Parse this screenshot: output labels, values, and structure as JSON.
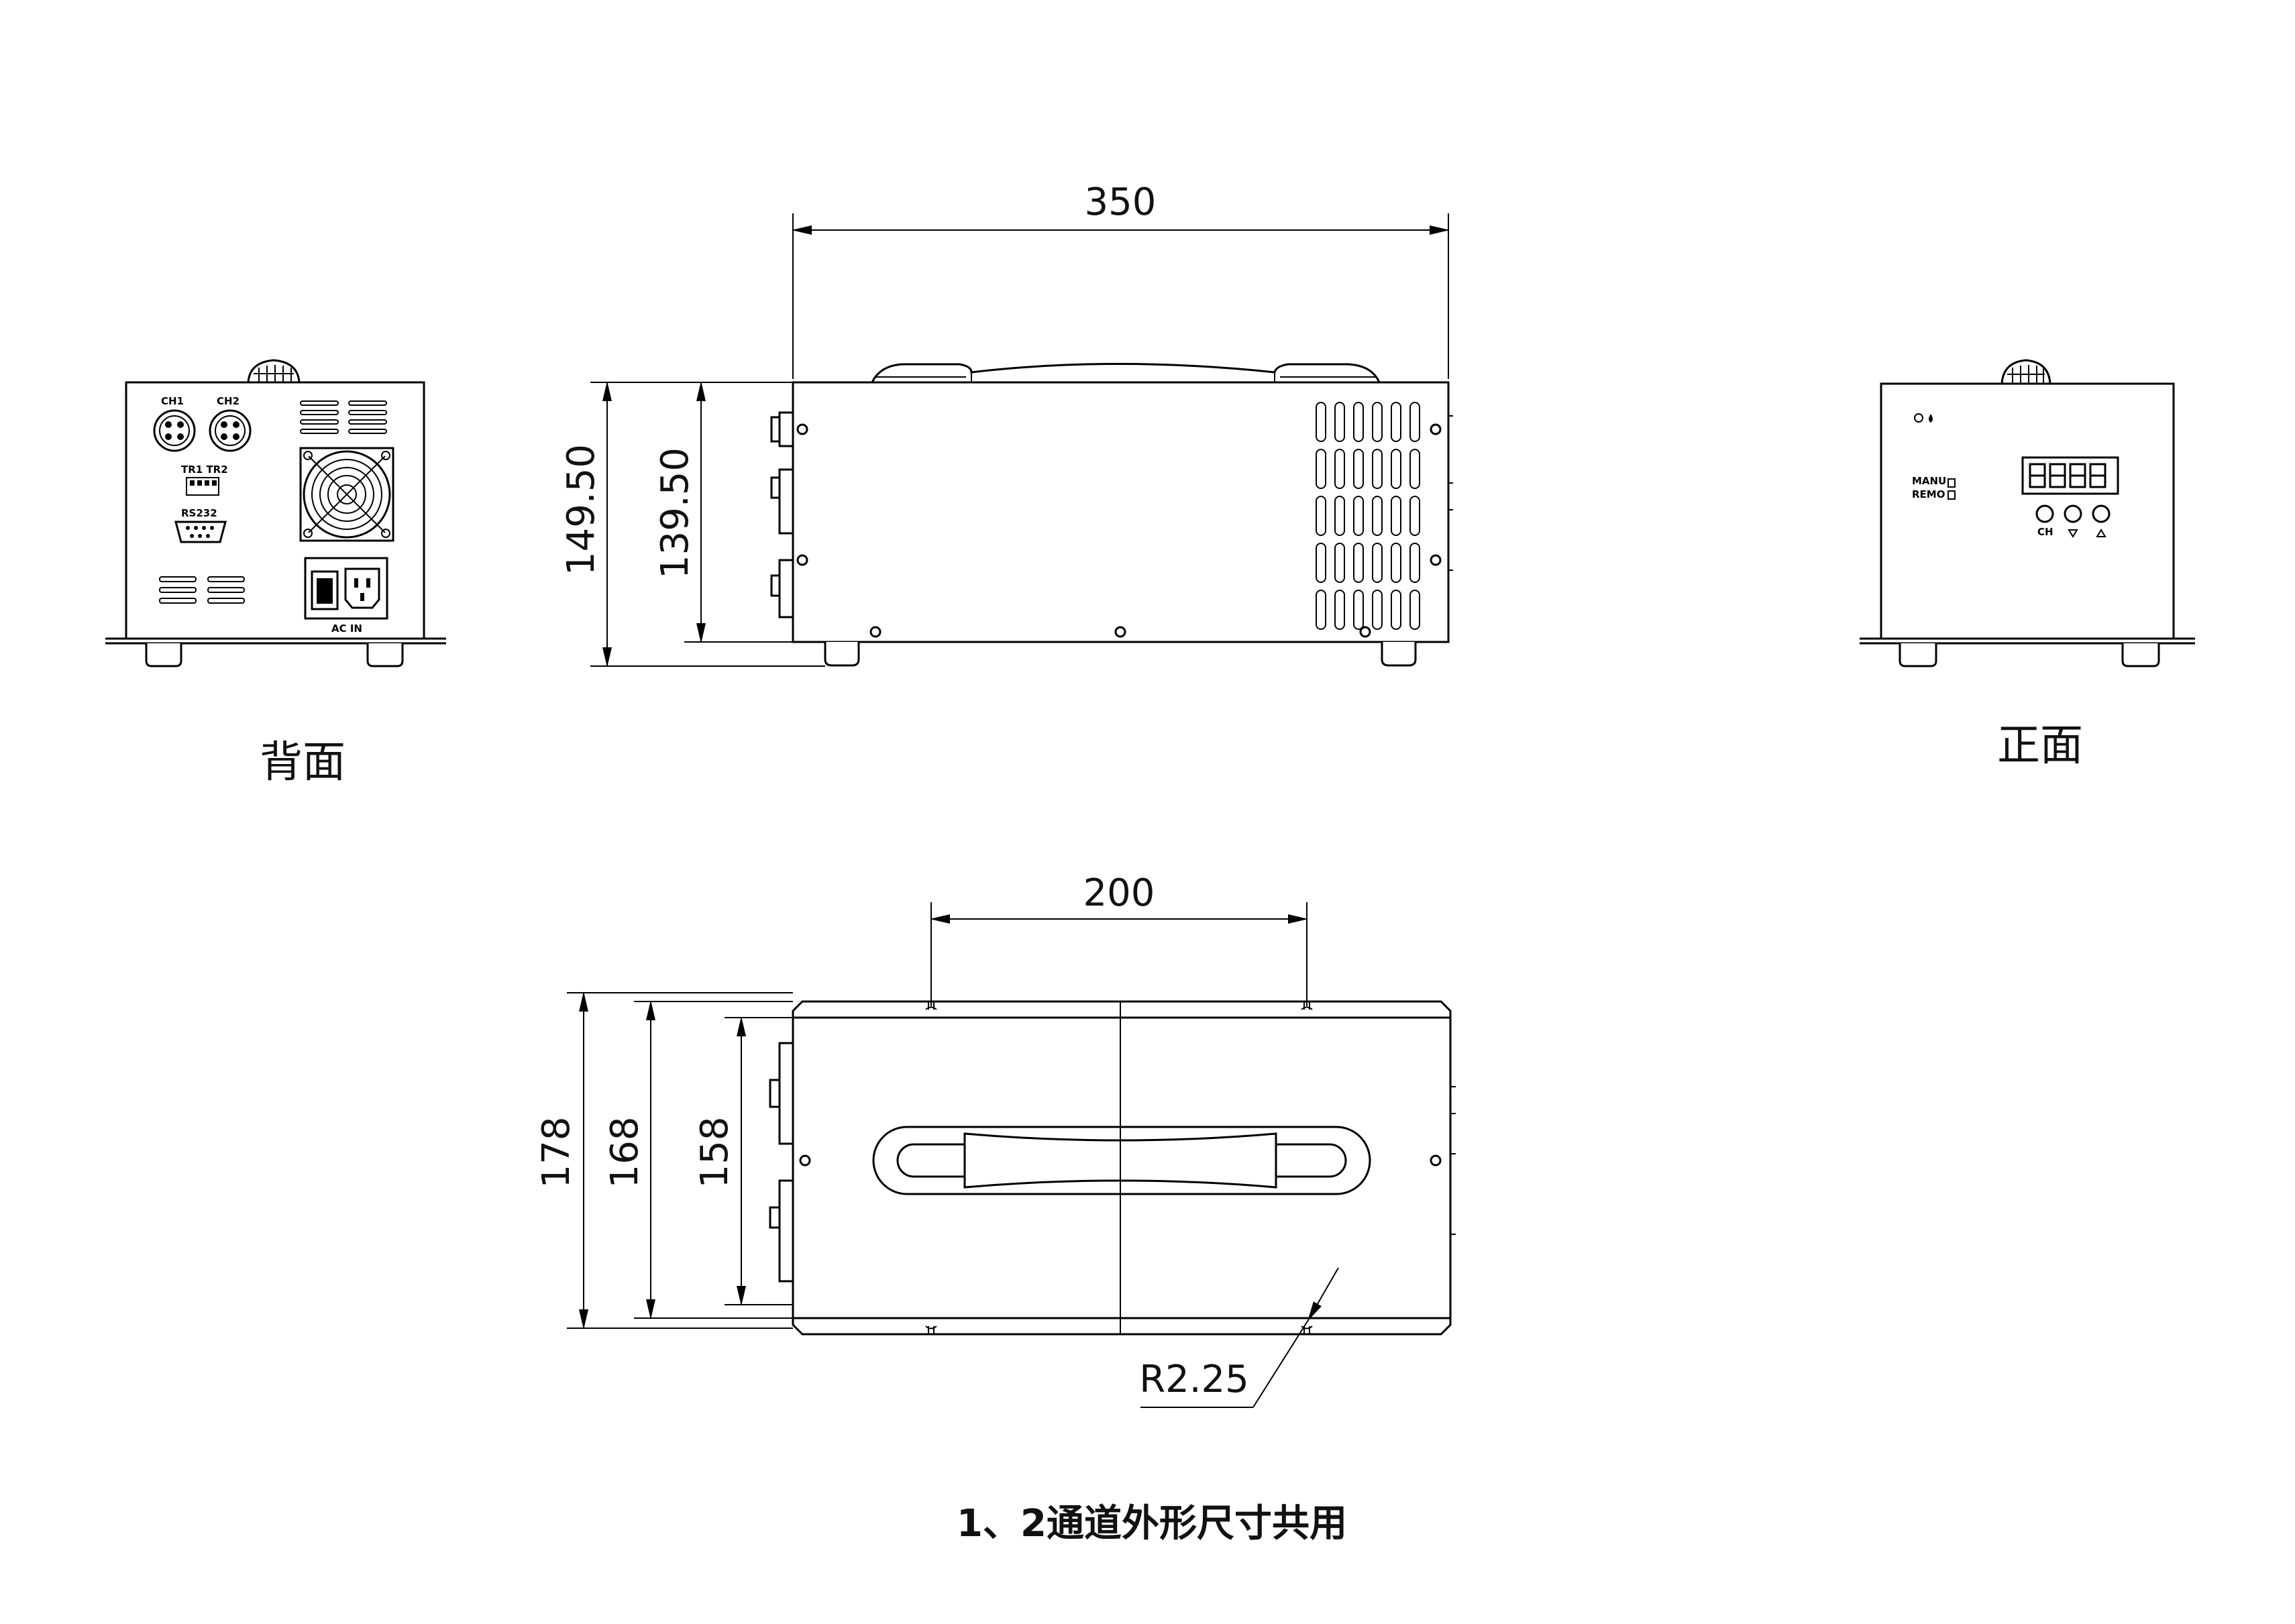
{
  "views": {
    "back_label": "背面",
    "front_label": "正面"
  },
  "dimensions": {
    "side_length": "350",
    "side_height_outer": "149.50",
    "side_height_inner": "139.50",
    "top_handle_span": "200",
    "top_width_outer": "178",
    "top_width_mid": "168",
    "top_width_inner": "158",
    "corner_radius": "R2.25"
  },
  "back_panel": {
    "ch1": "CH1",
    "ch2": "CH2",
    "tr": "TR1  TR2",
    "rs": "RS232",
    "ac": "AC IN"
  },
  "front_panel": {
    "manu": "MANU",
    "remo": "REMO",
    "ch": "CH"
  },
  "caption": "1、2通道外形尺寸共用"
}
